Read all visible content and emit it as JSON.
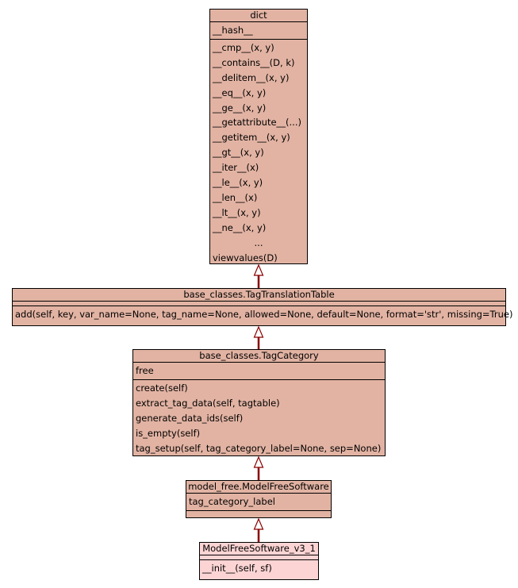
{
  "classes": {
    "dict": {
      "name": "dict",
      "attributes": [
        "__hash__"
      ],
      "methods": [
        "__cmp__(x, y)",
        "__contains__(D, k)",
        "__delitem__(x, y)",
        "__eq__(x, y)",
        "__ge__(x, y)",
        "__getattribute__(...)",
        "__getitem__(x, y)",
        "__gt__(x, y)",
        "__iter__(x)",
        "__le__(x, y)",
        "__len__(x)",
        "__lt__(x, y)",
        "__ne__(x, y)",
        "...",
        "viewvalues(D)"
      ]
    },
    "tag_translation_table": {
      "name": "base_classes.TagTranslationTable",
      "methods": [
        "add(self, key, var_name=None, tag_name=None, allowed=None, default=None, format='str', missing=True)"
      ]
    },
    "tag_category": {
      "name": "base_classes.TagCategory",
      "attributes": [
        "free"
      ],
      "methods": [
        "create(self)",
        "extract_tag_data(self, tagtable)",
        "generate_data_ids(self)",
        "is_empty(self)",
        "tag_setup(self, tag_category_label=None, sep=None)"
      ]
    },
    "model_free_software": {
      "name": "model_free.ModelFreeSoftware",
      "attributes": [
        "tag_category_label"
      ]
    },
    "model_free_software_v3_1": {
      "name": "ModelFreeSoftware_v3_1",
      "methods": [
        "__init__(self, sf)"
      ]
    }
  },
  "colors": {
    "class_fill": "#e2b3a3",
    "leaf_fill": "#fdd4d4",
    "border": "#000000",
    "edge": "#8b0000"
  }
}
